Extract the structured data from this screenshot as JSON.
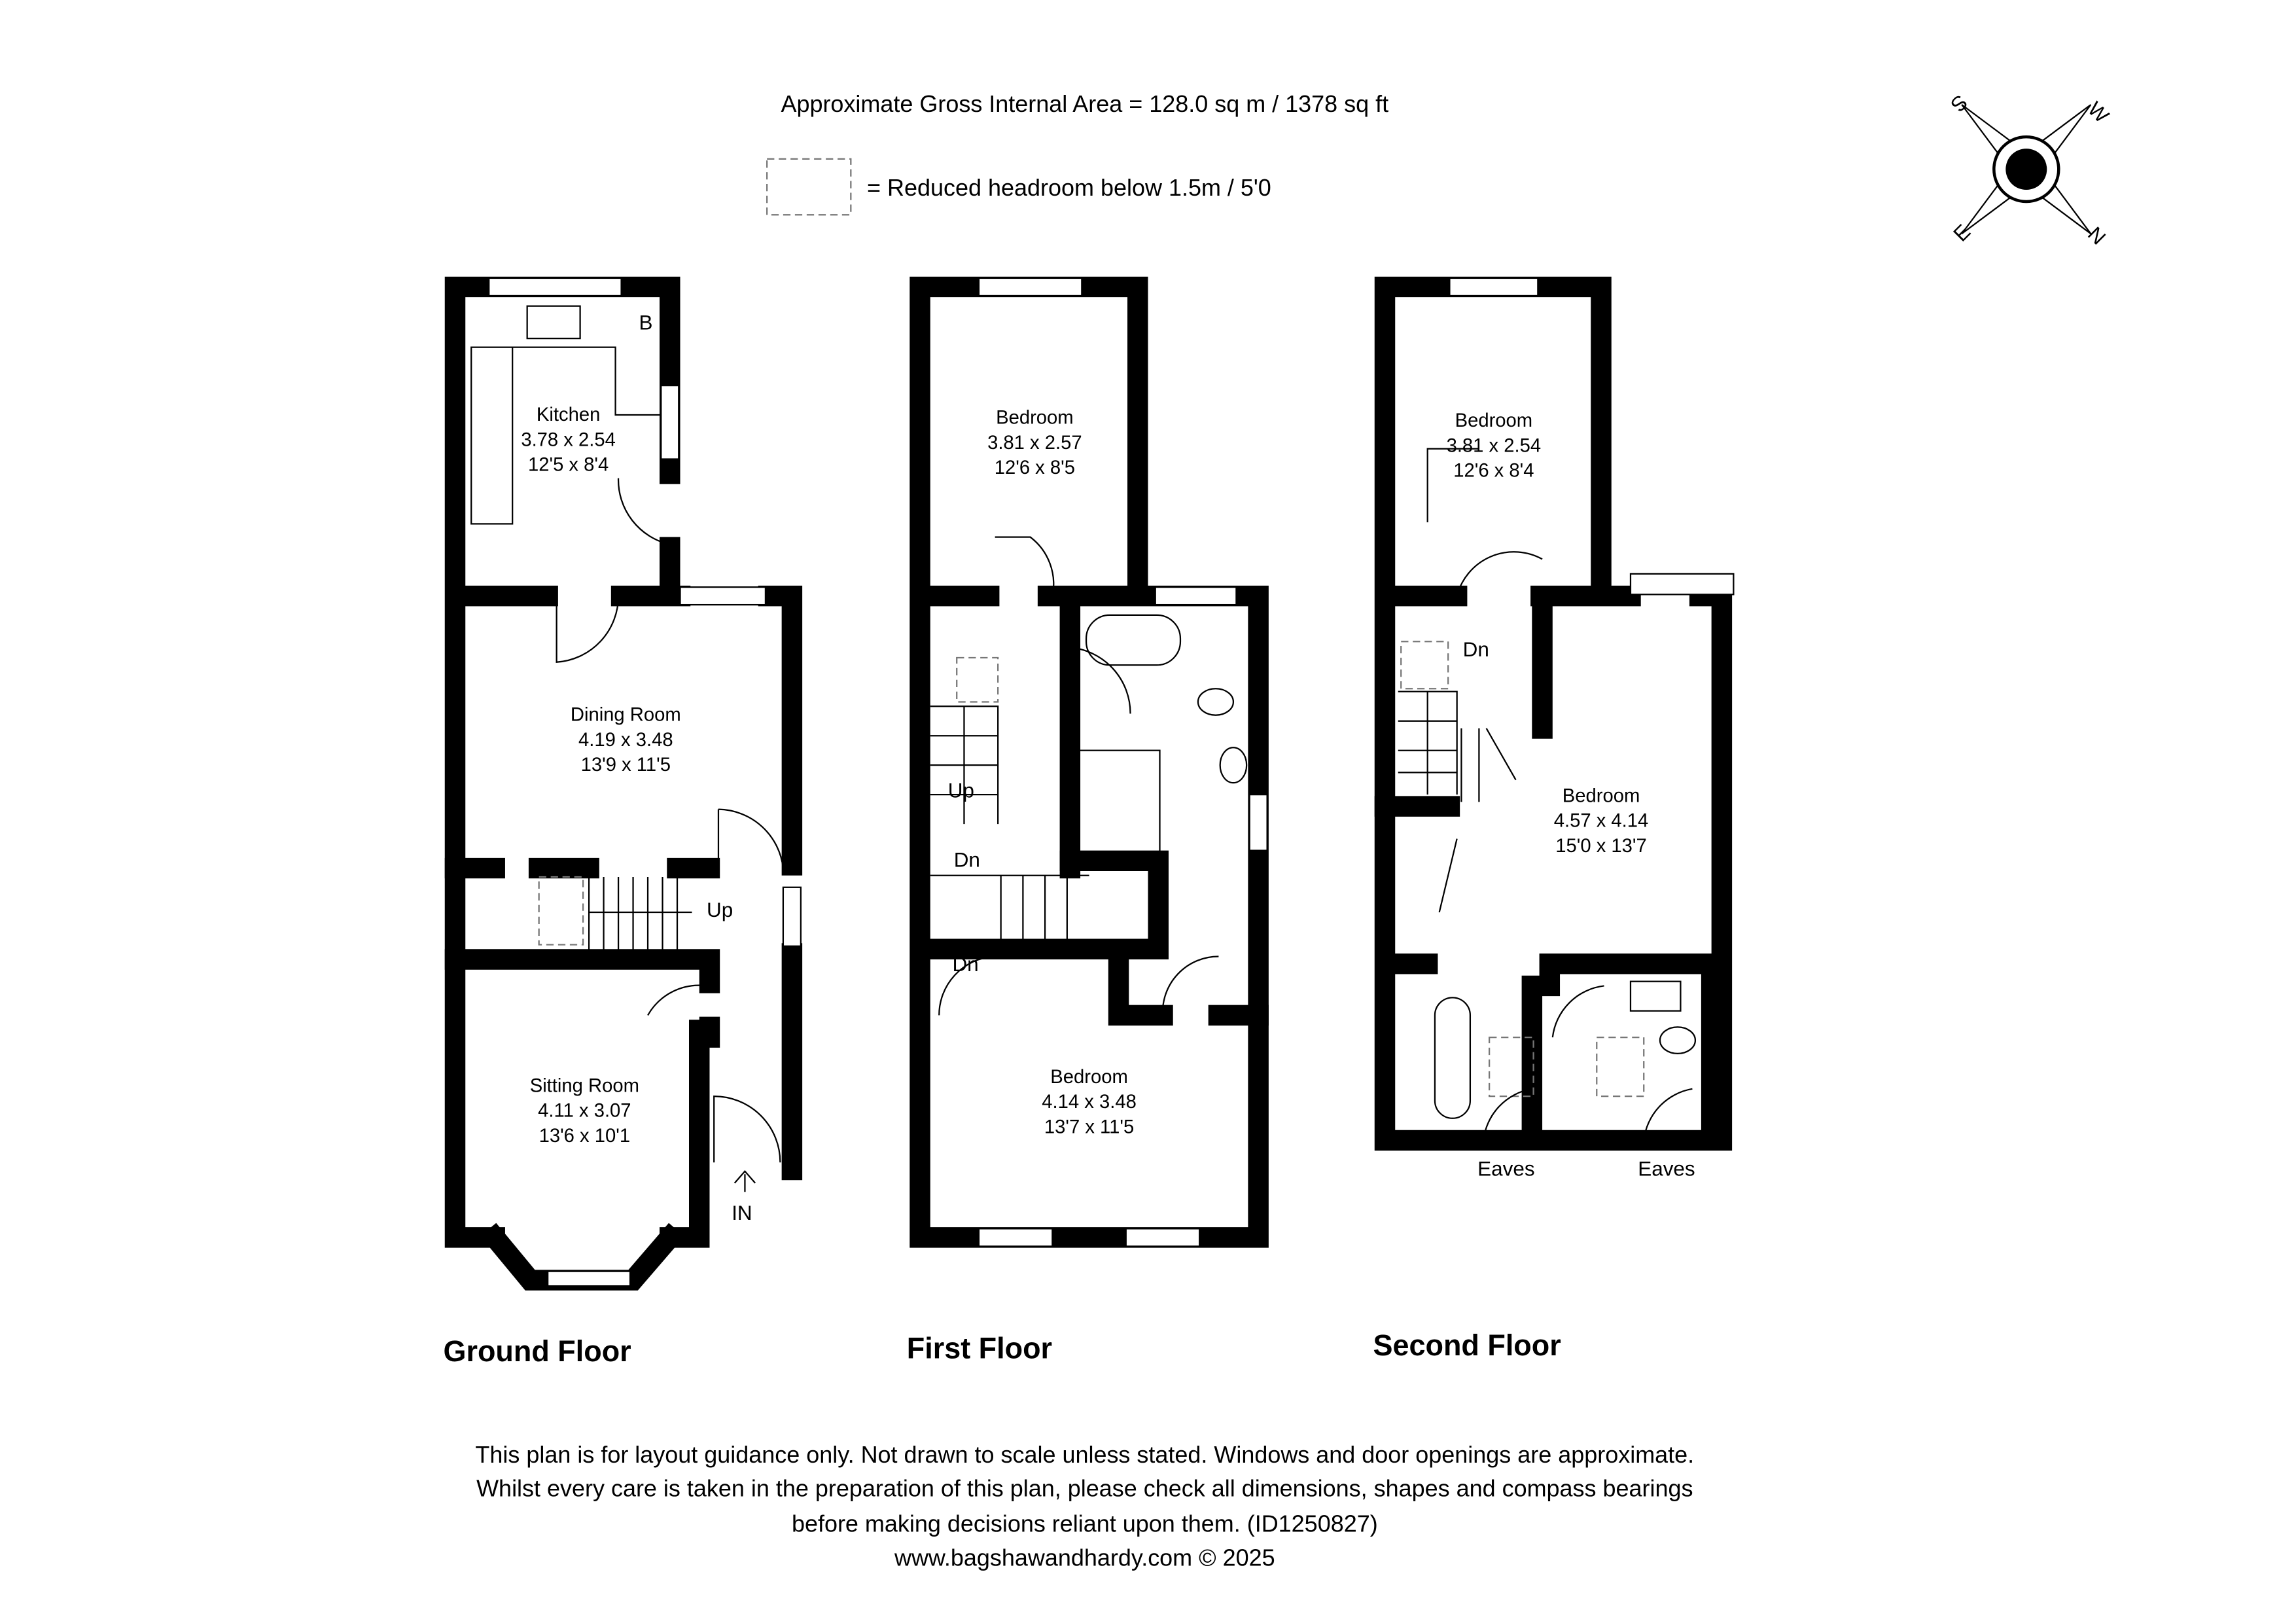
{
  "header": {
    "area": "Approximate Gross Internal Area = 128.0 sq m / 1378 sq ft",
    "legend": "= Reduced headroom below 1.5m / 5'0"
  },
  "compass": {
    "n": "N",
    "e": "E",
    "s": "S",
    "w": "W"
  },
  "ground_floor": {
    "title": "Ground Floor",
    "kitchen": {
      "name": "Kitchen",
      "metric": "3.78 x 2.54",
      "imperial": "12'5 x 8'4"
    },
    "dining": {
      "name": "Dining Room",
      "metric": "4.19 x 3.48",
      "imperial": "13'9 x 11'5"
    },
    "sitting": {
      "name": "Sitting Room",
      "metric": "4.11 x 3.07",
      "imperial": "13'6 x 10'1"
    },
    "boiler": "B",
    "up": "Up",
    "entrance": "IN"
  },
  "first_floor": {
    "title": "First Floor",
    "bedroom_rear": {
      "name": "Bedroom",
      "metric": "3.81 x 2.57",
      "imperial": "12'6 x 8'5"
    },
    "bedroom_front": {
      "name": "Bedroom",
      "metric": "4.14 x 3.48",
      "imperial": "13'7 x 11'5"
    },
    "up": "Up",
    "dn": "Dn",
    "dn2": "Dn"
  },
  "second_floor": {
    "title": "Second Floor",
    "bedroom_rear": {
      "name": "Bedroom",
      "metric": "3.81 x 2.54",
      "imperial": "12'6 x 8'4"
    },
    "bedroom_main": {
      "name": "Bedroom",
      "metric": "4.57 x 4.14",
      "imperial": "15'0 x 13'7"
    },
    "dn": "Dn",
    "eaves1": "Eaves",
    "eaves2": "Eaves"
  },
  "footer": {
    "line1": "This plan is for layout guidance only. Not drawn to scale unless stated. Windows and door openings are approximate.",
    "line2": "Whilst every care is taken in the preparation of this plan, please check all dimensions, shapes and compass bearings",
    "line3": "before making decisions reliant upon them. (ID1250827)",
    "line4": "www.bagshawandhardy.com © 2025"
  }
}
